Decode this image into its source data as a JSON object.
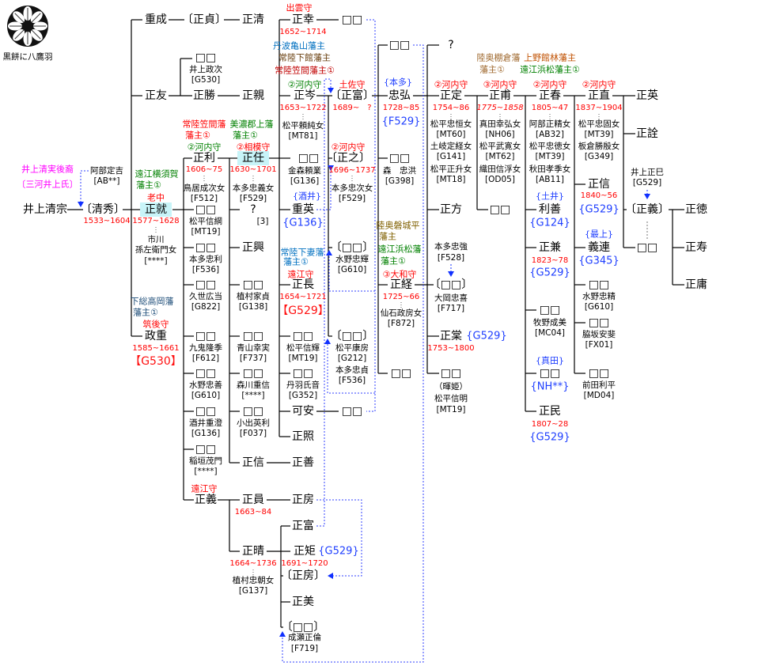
{
  "crest": {
    "caption": "黒餅に八鷹羽"
  },
  "note": {
    "lineage": "井上清実後裔",
    "clan": "〔三河井上氏〕"
  },
  "p": {
    "kiyomune": {
      "name": "井上清宗"
    },
    "sadayoshi": {
      "name": "阿部定吉",
      "ref": "[AB**]"
    },
    "kiyohide": {
      "name": "〔清秀〕",
      "years": "1533~1604"
    },
    "shigenari": {
      "name": "重成"
    },
    "masasada": {
      "name": "〔正貞〕"
    },
    "masakiyo": {
      "name": "正清"
    },
    "masatomo": {
      "name": "正友"
    },
    "masakatsu": {
      "name": "正勝"
    },
    "masachika": {
      "name": "正親"
    },
    "d0": {
      "name": "□□",
      "spouse": "井上政次",
      "ref": "[G530]"
    },
    "masanari": {
      "name": "正就",
      "domain1": "遠江横須賀",
      "domain2": "藩主①",
      "office": "老中",
      "years": "1577~1628",
      "spouse1": "市川",
      "spouse2": "孫左衛門女",
      "ref": "[****]"
    },
    "masashige": {
      "name": "政重",
      "domain1": "下総高岡藩",
      "domain2": "藩主①",
      "office": "筑後守",
      "years": "1585~1661",
      "ref": "【G530】"
    },
    "masatoshi": {
      "name": "正利",
      "domain1": "常陸笠間藩",
      "domain2": "藩主①",
      "office": "②河内守",
      "years": "1606~75",
      "spouse": "鳥居成次女",
      "ref": "[F512]"
    },
    "d1": {
      "name": "□□",
      "spouse": "松平信綱",
      "ref": "[MT19]"
    },
    "d2": {
      "name": "□□",
      "spouse": "本多忠利",
      "ref": "[F536]"
    },
    "d3": {
      "name": "□□",
      "spouse": "久世広当",
      "ref": "[G822]"
    },
    "d4": {
      "name": "□□",
      "spouse": "九鬼隆季",
      "ref": "[F612]"
    },
    "d5": {
      "name": "□□",
      "spouse": "水野忠善",
      "ref": "[G610]"
    },
    "d6": {
      "name": "□□",
      "spouse": "酒井重澄",
      "ref": "[G136]"
    },
    "d7": {
      "name": "□□",
      "spouse": "稲垣茂門",
      "ref": "[****]"
    },
    "masayoshi1": {
      "name": "正義",
      "office": "遠江守"
    },
    "masato": {
      "name": "正任",
      "domain1": "美濃郡上藩",
      "domain2": "藩主①",
      "office": "②相模守",
      "years": "1630~1701",
      "spouse": "本多忠義女",
      "ref": "[F529]"
    },
    "unknown1": {
      "name": "?",
      "ref": "[3]"
    },
    "masaoki": {
      "name": "正興"
    },
    "d8": {
      "name": "□□",
      "spouse": "植村家貞",
      "ref": "[G138]"
    },
    "d9": {
      "name": "□□",
      "spouse": "青山幸実",
      "ref": "[F737]"
    },
    "d10": {
      "name": "□□",
      "spouse": "森川重信",
      "ref": "[****]"
    },
    "d11": {
      "name": "□□",
      "spouse": "小出英利",
      "ref": "[F037]"
    },
    "masanobu1": {
      "name": "正信"
    },
    "masayoshi2": {
      "name": "正善"
    },
    "masayuki": {
      "name": "正幸",
      "office": "出雲守",
      "years": "1652~1714",
      "domain1": "丹波亀山藩主",
      "domain2": "常陸下館藩主",
      "domain3": "常陸笠間藩主①"
    },
    "d12": {
      "name": "□□"
    },
    "masamine": {
      "name": "正岑",
      "office": "②河内守",
      "years": "1653~1722",
      "spouse": "松平頼純女",
      "ref": "[MT81]"
    },
    "d13": {
      "name": "□□",
      "spouse": "金森頼業",
      "ref": "[G136]"
    },
    "shigehide": {
      "name": "重英",
      "adopt": "{酒井}",
      "ref": "{G136}"
    },
    "masanaga": {
      "name": "正長",
      "domain1": "常陸下妻藩",
      "domain2": "藩主①",
      "office": "遠江守",
      "years": "1654~1721",
      "ref": "【G529】"
    },
    "d14": {
      "name": "□□",
      "spouse": "松平信輝",
      "ref": "[MT19]"
    },
    "d15": {
      "name": "□□",
      "spouse": "丹羽氏音",
      "ref": "[G352]"
    },
    "kaan": {
      "name": "可安"
    },
    "d16": {
      "name": "□□"
    },
    "masateru": {
      "name": "正照"
    },
    "masatomi1": {
      "name": "〔正富〕",
      "office": "土佐守",
      "years": "1689~　?"
    },
    "masayuki2": {
      "name": "〔正之〕",
      "office": "②河内守",
      "years": "1696~1737",
      "spouse": "本多忠次女",
      "ref": "[F529]"
    },
    "d17": {
      "name": "〔□□〕",
      "spouse": "水野忠輝",
      "ref": "[G610]"
    },
    "d18": {
      "name": "〔□□〕",
      "spouse": "松平康房",
      "ref": "[G212]",
      "spouse2": "本多忠貞",
      "ref2": "[F536]"
    },
    "d19": {
      "name": "□□"
    },
    "tadahiro": {
      "name": "忠弘",
      "adopt": "{本多}",
      "years": "1728~85",
      "ref": "{F529}"
    },
    "d20": {
      "name": "□□",
      "spouse": "森　忠洪",
      "ref": "[G398]"
    },
    "masatsune": {
      "name": "正経",
      "domain1": "陸奥磐城平",
      "domain2": "藩主",
      "domain3": "遠江浜松藩",
      "domain4": "藩主①",
      "office": "③大和守",
      "years": "1725~66",
      "spouse": "仙石政房女",
      "ref": "[F872]"
    },
    "d21": {
      "name": "□□"
    },
    "unknown2": {
      "name": "?"
    },
    "masasada2": {
      "name": "正定",
      "office": "②河内守",
      "years": "1754~86",
      "spouse1": "松平忠恒女",
      "ref1": "[MT60]",
      "spouse2": "土岐定経女",
      "ref2": "[G141]",
      "spouse3": "松平正升女",
      "ref3": "[MT18]"
    },
    "masakata": {
      "name": "正方"
    },
    "d22": {
      "name": "〔□□〕",
      "adopter": "本多忠強",
      "adopter_ref": "[F528]",
      "spouse": "大岡忠喜",
      "ref": "[F717]"
    },
    "masaki": {
      "name": "正棠",
      "ref": "{G529}",
      "years": "1753~1800"
    },
    "d23": {
      "name": "□□",
      "alias": "（暉姫）",
      "spouse": "松平信明",
      "ref": "[MT19]"
    },
    "masamoto": {
      "name": "正甫",
      "domain1": "陸奥棚倉藩",
      "domain2": "藩主①",
      "office": "③河内守",
      "years": "1775~1858",
      "spouse1": "真田幸弘女",
      "ref1": "[NH06]",
      "spouse2": "松平武寛女",
      "ref2": "[MT62]",
      "spouse3": "織田信浮女",
      "ref3": "[OD05]"
    },
    "d24": {
      "name": "□□"
    },
    "masaharu": {
      "name": "正春",
      "domain1": "上野館林藩主",
      "domain2": "遠江浜松藩主①",
      "office": "②河内守",
      "years": "1805~47",
      "spouse1": "阿部正精女",
      "ref1": "[AB32]",
      "spouse2": "松平忠徳女",
      "ref2": "[MT39]",
      "spouse3": "秋田孝季女",
      "ref3": "[AB11]"
    },
    "toshiyoshi": {
      "name": "利善",
      "adopt": "{土井}",
      "ref": "{G124}"
    },
    "masakane": {
      "name": "正兼",
      "years": "1823~78",
      "ref": "{G529}"
    },
    "d25": {
      "name": "□□",
      "spouse": "牧野成美",
      "ref": "[MC04]"
    },
    "d26": {
      "name": "□□",
      "adopt": "{真田}",
      "ref": "{NH**}"
    },
    "masatami": {
      "name": "正民",
      "years": "1807~28",
      "ref": "{G529}"
    },
    "masanao": {
      "name": "正直",
      "office": "②河内守",
      "years": "1837~1904",
      "spouse1": "松平忠固女",
      "ref1": "[MT39]",
      "spouse2": "板倉勝殷女",
      "ref2": "[G349]"
    },
    "masanobu2": {
      "name": "正信",
      "years": "1840~56",
      "ref": "{G529}"
    },
    "yoshitsura": {
      "name": "義連",
      "adopt": "{最上}",
      "ref": "{G345}"
    },
    "d27": {
      "name": "□□",
      "spouse": "水野忠精",
      "ref": "[G610]"
    },
    "d28": {
      "name": "□□",
      "spouse": "脇坂安斐",
      "ref": "[FX01]"
    },
    "d29": {
      "name": "□□",
      "spouse": "前田利平",
      "ref": "[MD04]"
    },
    "masahide": {
      "name": "正英"
    },
    "masaaki": {
      "name": "正詮"
    },
    "masayoshi3": {
      "name": "〔正義〕",
      "adopter": "井上正巳",
      "adopter_ref": "[G529]"
    },
    "d30": {
      "name": "□□"
    },
    "masanori": {
      "name": "正徳"
    },
    "masahisa": {
      "name": "正寿"
    },
    "masatsune2": {
      "name": "正庸"
    },
    "masakazu": {
      "name": "正員",
      "years": "1663~84"
    },
    "masafusa": {
      "name": "正房"
    },
    "masaharu2": {
      "name": "正晴",
      "years": "1664~1736",
      "spouse": "植村忠朝女",
      "ref": "[G137]"
    },
    "masatomi2": {
      "name": "正富"
    },
    "masanori2": {
      "name": "正矩",
      "ref": "{G529}",
      "years": "1691~1720"
    },
    "masafusa2": {
      "name": "〔正房〕"
    },
    "masayoshi4": {
      "name": "正美"
    },
    "d31": {
      "name": "〔□□〕",
      "spouse": "成瀬正倫",
      "ref": "[F719]"
    }
  }
}
